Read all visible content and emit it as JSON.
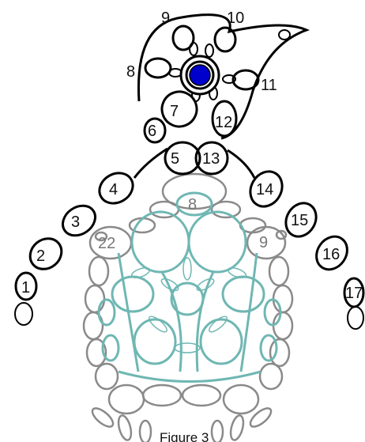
{
  "diagram": {
    "head_labels": [
      "9",
      "10",
      "8",
      "11",
      "7",
      "12",
      "6",
      "5",
      "13"
    ],
    "arm_labels_left": [
      "4",
      "3",
      "2",
      "1",
      "22"
    ],
    "arm_labels_right": [
      "14",
      "15",
      "16",
      "17",
      "9"
    ],
    "body_label": "8",
    "caption": "Figure 3",
    "colors": {
      "outline": "#000000",
      "body_outer": "#8a8a8a",
      "body_inner": "#6fb7b3",
      "eye": "#0000cc"
    }
  }
}
